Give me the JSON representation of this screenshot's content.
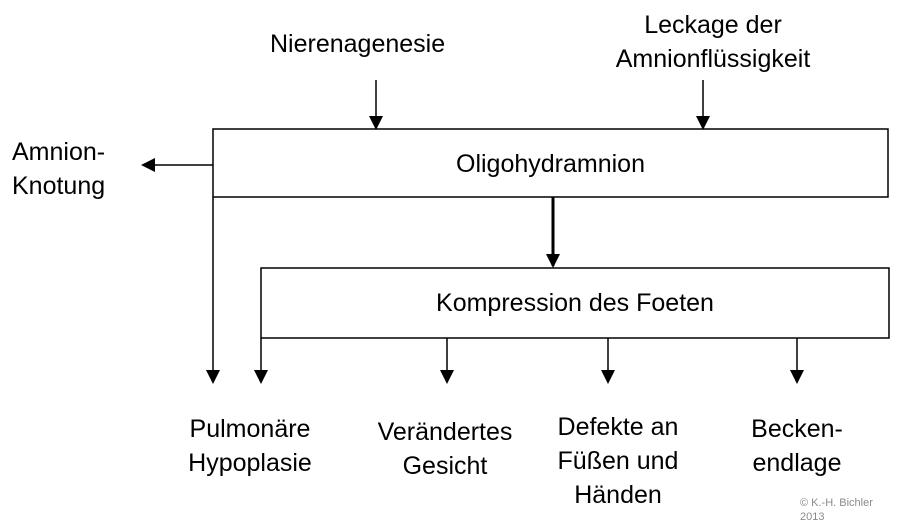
{
  "inputs": {
    "left": "Nierenagenesie",
    "right_line1": "Leckage der",
    "right_line2": "Amnionflüssigkeit"
  },
  "box_top": "Oligohydramnion",
  "box_mid": "Kompression des Foeten",
  "side_output": {
    "line1": "Amnion-",
    "line2": "Knotung"
  },
  "outcomes": [
    {
      "line1": "Pulmonäre",
      "line2": "Hypoplasie"
    },
    {
      "line1": "Verändertes",
      "line2": "Gesicht"
    },
    {
      "line1": "Defekte an",
      "line2": "Füßen und",
      "line3": "Händen"
    },
    {
      "line1": "Becken-",
      "line2": "endlage"
    }
  ],
  "copyright": {
    "line1": "© K.-H. Bichler",
    "line2": "2013"
  }
}
